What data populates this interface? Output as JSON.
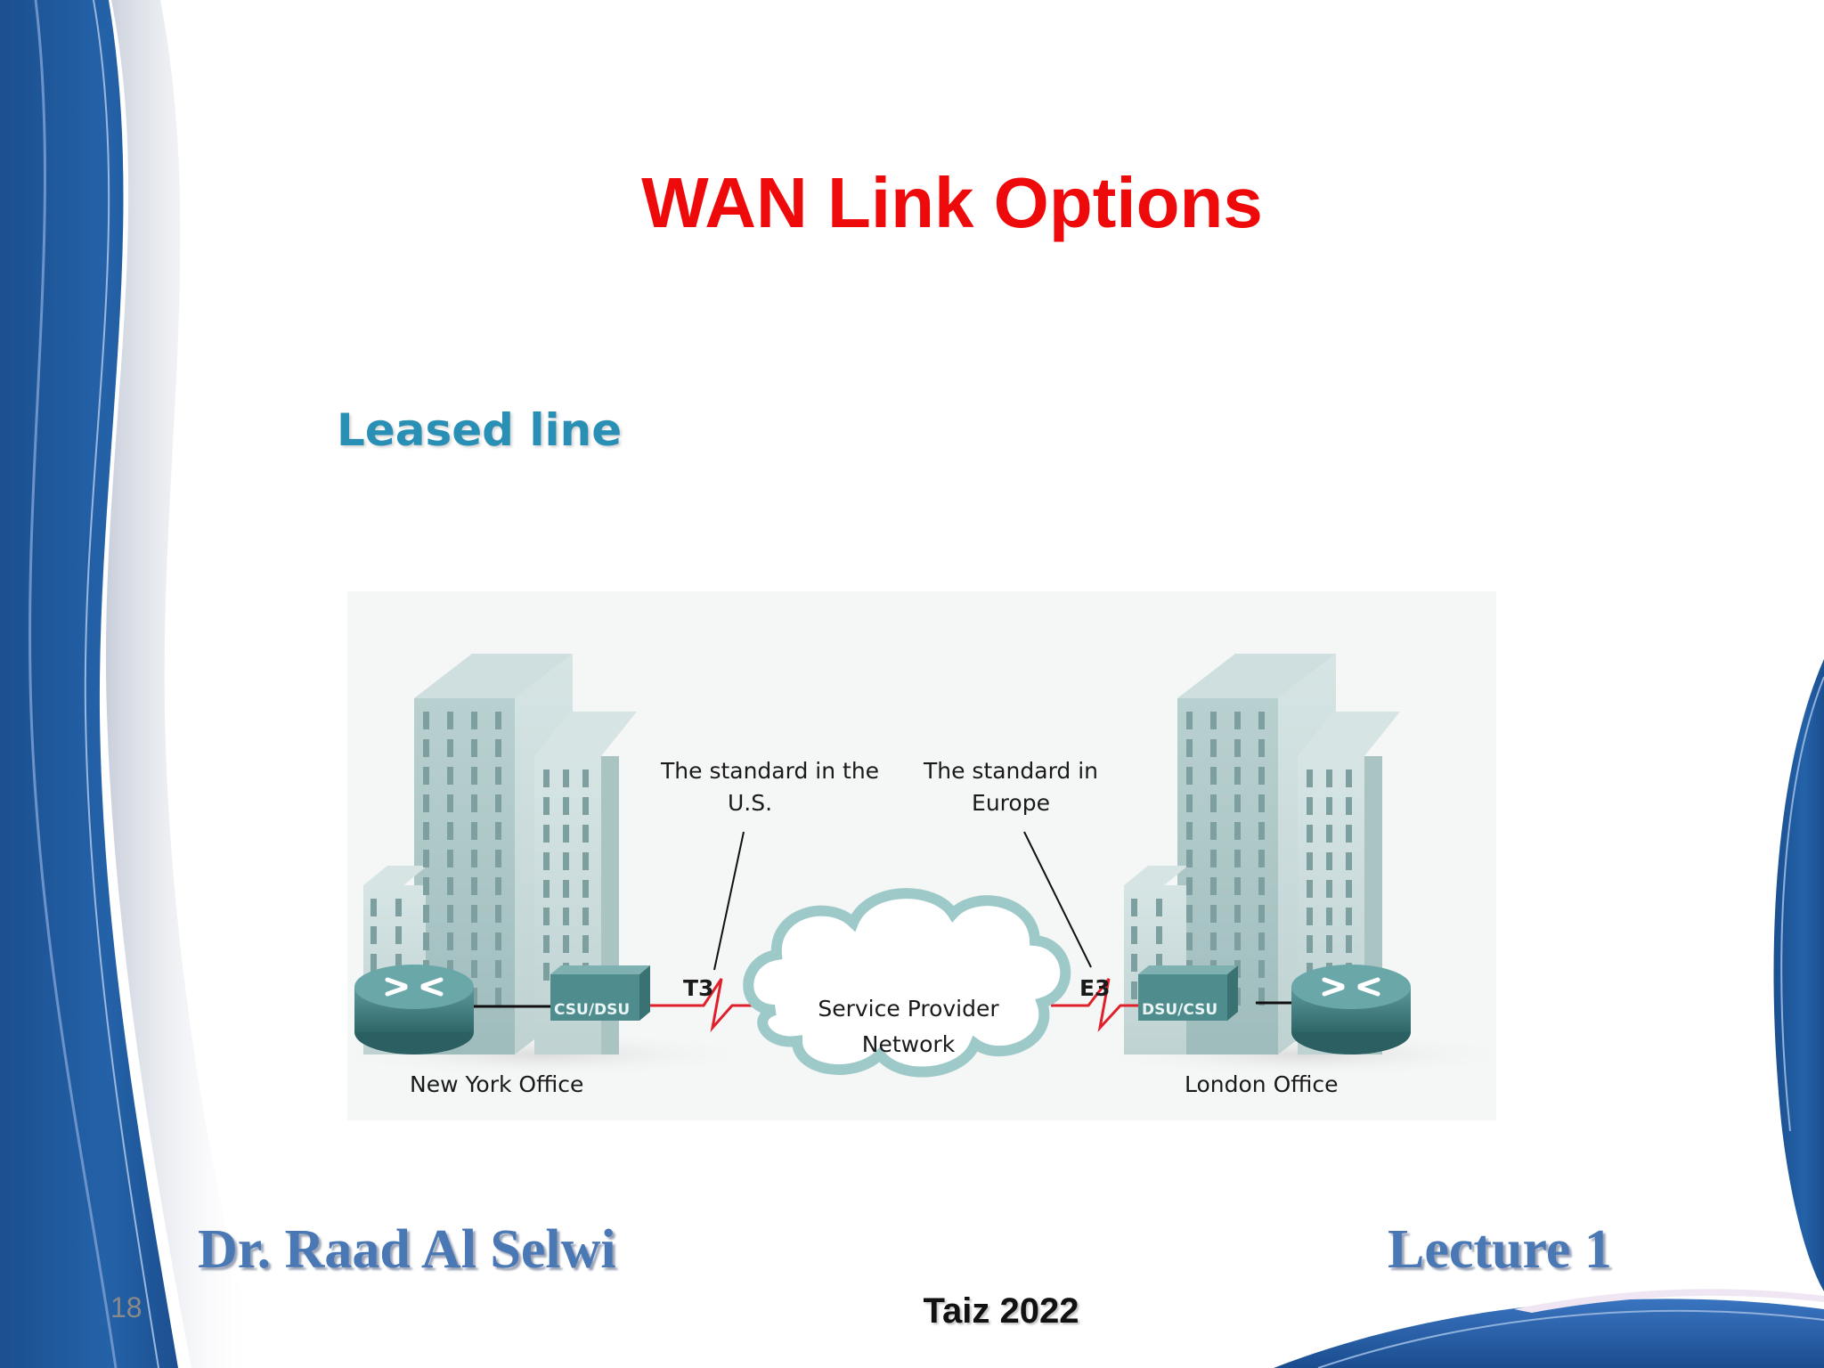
{
  "slide": {
    "title": "WAN Link Options",
    "subtitle": "Leased line",
    "number": "18"
  },
  "diagram": {
    "callout_left": [
      "The standard in the",
      "U.S."
    ],
    "callout_right": [
      "The standard in",
      "Europe"
    ],
    "link_left_label": "T3",
    "link_right_label": "E3",
    "cloud_label": [
      "Service Provider",
      "Network"
    ],
    "device_left": "CSU/DSU",
    "device_right": "DSU/CSU",
    "site_left": "New York Office",
    "site_right": "London Office"
  },
  "footer": {
    "author": "Dr. Raad Al Selwi",
    "lecture": "Lecture 1",
    "place_year": "Taiz 2022"
  },
  "colors": {
    "title": "#ee0a0a",
    "subtitle": "#2a8fb4",
    "footer_text": "#4a78b4",
    "frame_blue": "#1f5697",
    "link_red": "#e0202a"
  }
}
